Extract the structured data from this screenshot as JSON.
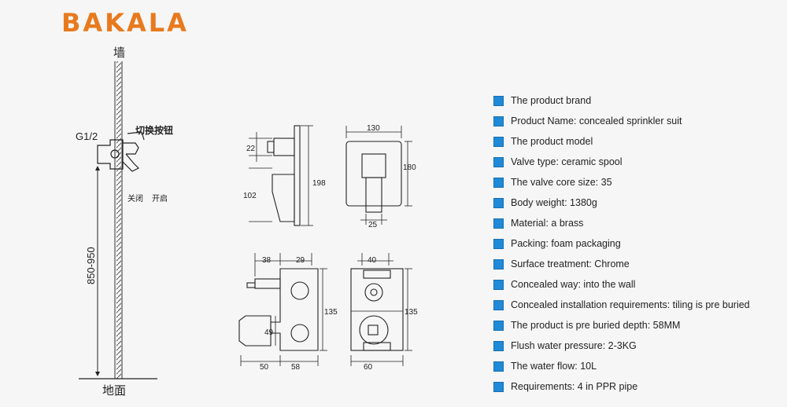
{
  "brand": {
    "logo_text": "BAKALA",
    "logo_color": "#e87a1e"
  },
  "diagram": {
    "wall_label": "墙",
    "thread_label": "G1/2",
    "switch_label": "切换按钮",
    "close_label": "关闭",
    "open_label": "开启",
    "height_range": "850-950",
    "floor_label": "地面",
    "front_view": {
      "dim_top": "22",
      "dim_middle": "102",
      "dim_height": "198"
    },
    "plate_view": {
      "dim_width": "130",
      "dim_height": "180",
      "dim_handle": "25"
    },
    "side_valve": {
      "dim_a": "38",
      "dim_b": "29",
      "dim_c": "49",
      "dim_height": "135",
      "dim_bottom_a": "50",
      "dim_bottom_b": "58"
    },
    "top_valve": {
      "dim_top": "40",
      "dim_height": "135",
      "dim_bottom": "60"
    }
  },
  "specs": {
    "bullet_color": "#1f8ad8",
    "items": [
      "The product brand",
      "Product Name: concealed sprinkler suit",
      "The product model",
      "Valve type: ceramic spool",
      "The valve core size: 35",
      "Body weight: 1380g",
      "Material: a brass",
      "Packing: foam packaging",
      "Surface treatment: Chrome",
      "Concealed way: into the wall",
      "Concealed installation requirements: tiling is pre buried",
      "The product is pre buried depth: 58MM",
      "Flush water pressure: 2-3KG",
      "The water flow: 10L",
      "Requirements: 4 in PPR pipe"
    ]
  }
}
